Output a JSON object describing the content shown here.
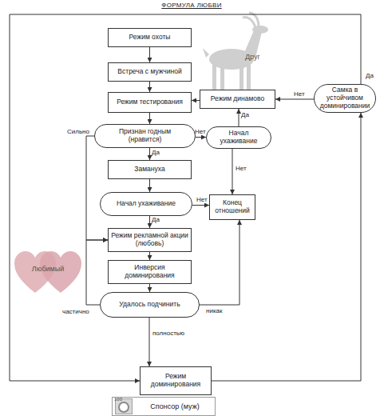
{
  "diagram": {
    "title": "ФОРМУЛА ЛЮБВИ",
    "nodes": [
      {
        "text": [
          "Режим охоты"
        ]
      },
      {
        "text": [
          "Встреча с мужчиной"
        ]
      },
      {
        "text": [
          "Режим тестирования"
        ]
      },
      {
        "text": [
          "Режим динамово"
        ]
      },
      {
        "text": [
          "Признан годным (нравится)"
        ]
      },
      {
        "text": [
          "Начал ухаживание"
        ]
      },
      {
        "text": [
          "Самка в устойчивом доминировании"
        ]
      },
      {
        "text": [
          "Замануха"
        ]
      },
      {
        "text": [
          "Начал ухаживание"
        ]
      },
      {
        "text": [
          "Конец отношений"
        ]
      },
      {
        "text": [
          "Режим рекламной акции (любовь)"
        ]
      },
      {
        "text": [
          "Любимый"
        ]
      },
      {
        "text": [
          "Инверсия доминирования"
        ]
      },
      {
        "text": [
          "Удалось подчинить"
        ]
      },
      {
        "text": [
          "Режим доминирования"
        ]
      },
      {
        "text": [
          "100",
          "Спонсор (муж)"
        ]
      }
    ],
    "edges": [
      {
        "from": 0,
        "to": 1,
        "arrow": "to"
      },
      {
        "from": 1,
        "to": 2,
        "arrow": "to"
      },
      {
        "from": 2,
        "to": 4,
        "arrow": "to"
      },
      {
        "from": 4,
        "to": 7,
        "label": "Да",
        "arrow": "to"
      },
      {
        "from": 4,
        "to": 5,
        "label": "Нет",
        "arrow": "to"
      },
      {
        "from": 4,
        "to": 10,
        "label": "Сильно",
        "arrow": "to"
      },
      {
        "from": 5,
        "to": 3,
        "label": "Да",
        "arrow": "to"
      },
      {
        "from": 5,
        "to": 9,
        "label": "Нет",
        "arrow": "to"
      },
      {
        "from": 3,
        "to": 2,
        "arrow": "to"
      },
      {
        "from": 6,
        "to": 3,
        "label": "Нет",
        "arrow": "to"
      },
      {
        "from": 7,
        "to": 8,
        "arrow": "to"
      },
      {
        "from": 8,
        "to": 10,
        "label": "Да",
        "arrow": "to"
      },
      {
        "from": 8,
        "to": 9,
        "label": "Нет",
        "arrow": "to"
      },
      {
        "from": 10,
        "to": 12,
        "arrow": "to"
      },
      {
        "from": 12,
        "to": 13,
        "arrow": "to"
      },
      {
        "from": 13,
        "to": 10,
        "label": "частично",
        "arrow": "to"
      },
      {
        "from": 13,
        "to": 9,
        "label": "никак",
        "arrow": "to"
      },
      {
        "from": 13,
        "to": 14,
        "label": "полностью",
        "arrow": "to"
      },
      {
        "from": 6,
        "to": 14,
        "label": "Да",
        "arrow": "to"
      },
      {
        "from": 14,
        "to": 6,
        "arrow": "to"
      }
    ],
    "labels": [
      "Друг"
    ]
  }
}
